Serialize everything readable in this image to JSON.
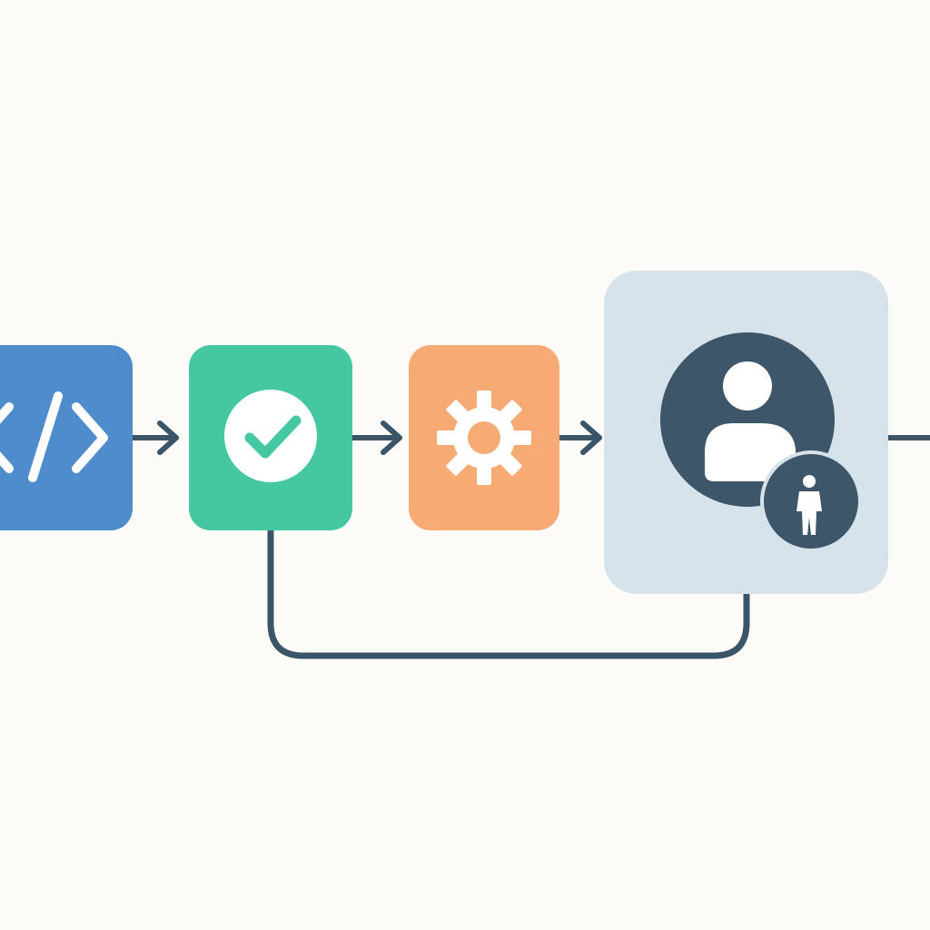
{
  "diagram": {
    "kind": "pipeline-flow",
    "colors": {
      "background": "#fcfbf7",
      "connector": "#3a5468",
      "code_node": "#4e8ccc",
      "check_node": "#45c8a1",
      "gear_node": "#f5ab73",
      "review_panel": "#d6e3ea",
      "avatar": "#3d566a",
      "icon_light": "#ffffff"
    },
    "nodes": [
      {
        "id": "code",
        "icon": "code-brackets-icon",
        "color_key": "code_node"
      },
      {
        "id": "check",
        "icon": "check-circle-icon",
        "color_key": "check_node"
      },
      {
        "id": "gear",
        "icon": "gear-icon",
        "color_key": "gear_node"
      },
      {
        "id": "review",
        "icon": "user-avatar-icon",
        "badge_icon": "child-figure-icon",
        "color_key": "review_panel"
      }
    ],
    "edges": [
      {
        "from": "code",
        "to": "check",
        "style": "arrow"
      },
      {
        "from": "check",
        "to": "gear",
        "style": "arrow"
      },
      {
        "from": "gear",
        "to": "review",
        "style": "arrow"
      },
      {
        "from": "review",
        "to": "offscreen-right",
        "style": "line"
      },
      {
        "from": "check",
        "to": "review",
        "style": "loop-below"
      }
    ]
  }
}
